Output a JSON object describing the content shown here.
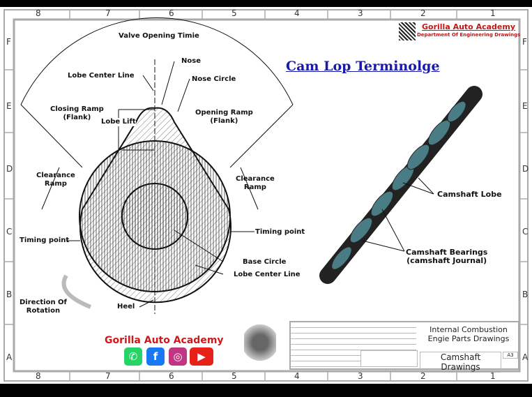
{
  "zones": {
    "columns": [
      "8",
      "7",
      "6",
      "5",
      "4",
      "3",
      "2",
      "1"
    ],
    "rows": [
      "F",
      "E",
      "D",
      "C",
      "B",
      "A"
    ]
  },
  "header_logo": {
    "name": "Gorilla Auto Academy",
    "subtitle": "Department Of Engineering Drawings"
  },
  "title": "Cam Lop Terminolge",
  "diagram_labels": {
    "valve_opening": "Valve Opening Timie",
    "nose": "Nose",
    "lobe_center_line_top": "Lobe Center Line",
    "nose_circle": "Nose Circle",
    "closing_ramp": "Closing Ramp\n(Flank)",
    "opening_ramp": "Opening Ramp\n(Flank)",
    "lobe_lift": "Lobe Lift",
    "clearance_ramp_left": "Clearance\nRamp",
    "clearance_ramp_right": "Clearance\nRamp",
    "timing_point_left": "Timing point",
    "timing_point_right": "Timing point",
    "base_circle": "Base Circle",
    "lobe_center_line_bottom": "Lobe Center Line",
    "heel": "Heel",
    "direction": "Direction Of\nRotation"
  },
  "camshaft_labels": {
    "lobe": "Camshaft Lobe",
    "bearings": "Camshaft Bearings\n(camshaft Journal)"
  },
  "footer_brand": {
    "name": "Gorilla Auto Academy",
    "social": [
      {
        "icon": "whatsapp-icon",
        "color": "#25d366"
      },
      {
        "icon": "facebook-icon",
        "color": "#1877f2"
      },
      {
        "icon": "instagram-icon",
        "color": "#c13584"
      },
      {
        "icon": "youtube-icon",
        "color": "#e62117"
      }
    ]
  },
  "title_block": {
    "title": "Internal Combustion Engie Parts Drawings",
    "drawing_name": "Camshaft Drawings",
    "size": "A3"
  }
}
